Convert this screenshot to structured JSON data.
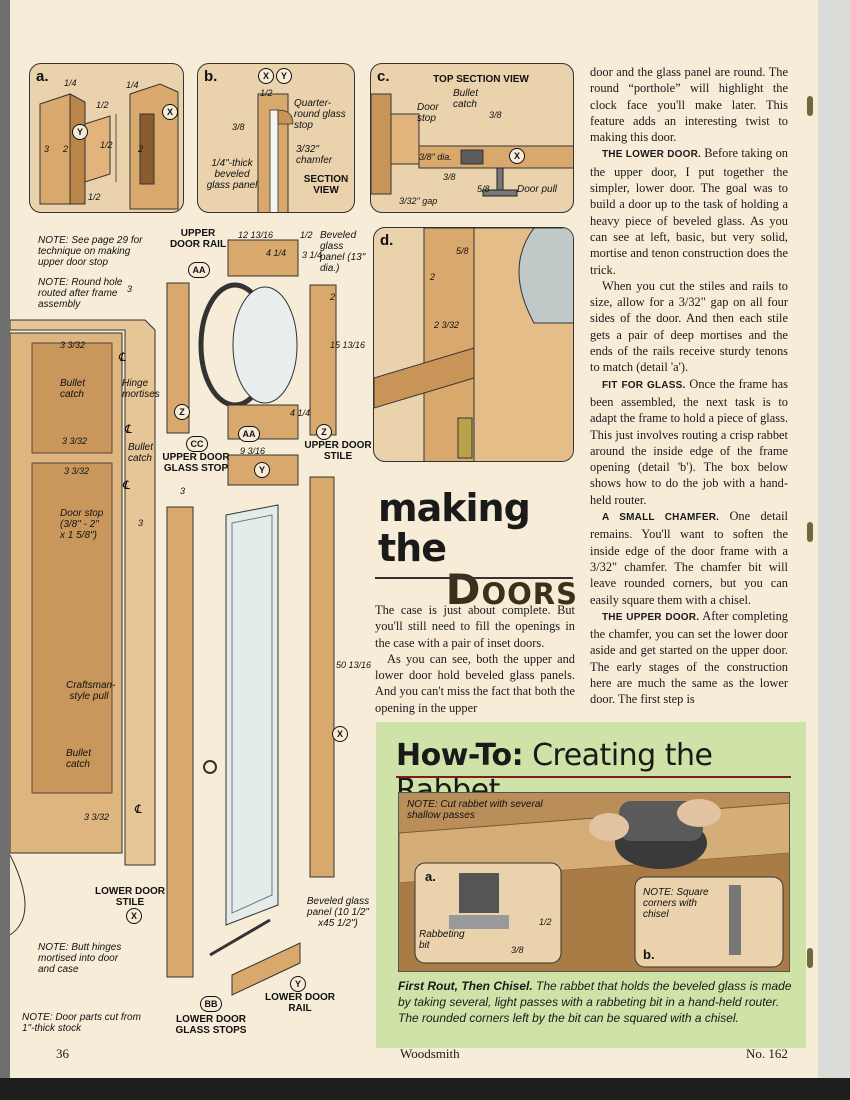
{
  "detail_a": {
    "label": "a.",
    "dims": [
      "1/4",
      "1/4",
      "1/2",
      "3",
      "2",
      "1/2",
      "2",
      "1/2"
    ],
    "marker": "X",
    "marker2": "Y"
  },
  "detail_b": {
    "label": "b.",
    "markers": [
      "X",
      "Y"
    ],
    "dims": [
      "1/2",
      "3/8"
    ],
    "callouts": [
      "Quarter-round glass stop",
      "3/32\" chamfer",
      "1/4\"-thick beveled glass panel"
    ],
    "section_label": "SECTION VIEW"
  },
  "detail_c": {
    "label": "c.",
    "title": "TOP SECTION VIEW",
    "callouts": [
      "Bullet catch",
      "Door stop",
      "Door pull"
    ],
    "dims": [
      "3/8",
      "3/8\" dia.",
      "3/8",
      "5/8",
      "3/32\" gap"
    ],
    "marker": "X"
  },
  "detail_d": {
    "label": "d.",
    "dims": [
      "5/8",
      "2",
      "2 3/32"
    ]
  },
  "notes": {
    "upper_stop": "NOTE: See page 29 for technique on making upper door stop",
    "round_hole": "NOTE: Round hole routed after frame assembly",
    "butt_hinges": "NOTE: Butt hinges mortised into door and case",
    "door_parts": "NOTE: Door parts cut from 1\"-thick stock"
  },
  "case_labels": {
    "bullet_catch_top": "Bullet catch",
    "hinge_mortises": "Hinge mortises",
    "bullet_catch_mid": "Bullet catch",
    "door_stop": "Door stop (3/8\" - 2\" x 1 5/8\")",
    "pull": "Craftsman-style pull",
    "bullet_catch_low": "Bullet catch",
    "dim_a": "3 3/32",
    "dim_b": "3 3/32",
    "dim_c": "3 3/32",
    "dim_d": "3 3/32",
    "dim_e": "3",
    "dim_f": "3",
    "dim_g": "3",
    "cl": "℄"
  },
  "parts": {
    "upper_door_rail": "UPPER DOOR RAIL",
    "upper_door_rail_marker": "AA",
    "upper_glass_stop": "UPPER DOOR GLASS STOP",
    "upper_glass_stop_marker": "CC",
    "upper_door_stile": "UPPER DOOR STILE",
    "upper_door_stile_marker": "Z",
    "beveled_glass_round": "Beveled glass panel (13\" dia.)",
    "lower_door_stile": "LOWER DOOR STILE",
    "lower_door_stile_marker": "X",
    "lower_glass_stops": "LOWER DOOR GLASS STOPS",
    "lower_glass_stops_marker": "BB",
    "lower_door_rail": "LOWER DOOR RAIL",
    "lower_door_rail_marker": "Y",
    "beveled_glass_rect": "Beveled glass panel (10 1/2\" x45 1/2\")",
    "dim_width": "12 13/16",
    "dim_half": "1/2",
    "dim_414": "4 1/4",
    "dim_314": "3 1/4",
    "dim_2": "2",
    "dim_1513": "15 13/16",
    "dim_414b": "4 1/4",
    "dim_9316": "9 3/16",
    "dim_long": "50 13/16",
    "marker_z": "Z",
    "marker_y": "Y",
    "marker_x": "X",
    "marker_aa": "AA"
  },
  "article": {
    "headline_1": "making the",
    "headline_2": "Doors",
    "col1_p1": "The case is just about complete. But you'll still need to fill the openings in the case with a pair of inset doors.",
    "col1_p2": "As you can see, both the upper and lower door hold beveled glass panels. And you can't miss the fact that both the opening in the upper",
    "col2_p1": "door and the glass panel are round. The round “porthole” will highlight the clock face you'll make later. This feature adds an interesting twist to making this door.",
    "col2_h2": "THE LOWER DOOR.",
    "col2_p2": " Before taking on the upper door, I put together the simpler, lower door. The goal was to build a door up to the task of holding a heavy piece of beveled glass. As you can see at left, basic, but very solid, mortise and tenon construction does the trick.",
    "col2_p3": "When you cut the stiles and rails to size, allow for a 3/32\" gap on all four sides of the door. And then each stile gets a pair of deep mortises and the ends of the rails receive sturdy tenons to match (detail 'a').",
    "col2_h4": "FIT FOR GLASS.",
    "col2_p4": " Once the frame has been assembled, the next task is to adapt the frame to hold a piece of glass. This just involves routing a crisp rabbet around the inside edge of the frame opening (detail 'b'). The box below shows how to do the job with a hand-held router.",
    "col2_h5": "A SMALL CHAMFER.",
    "col2_p5": " One detail remains. You'll want to soften the inside edge of the door frame with a 3/32\" chamfer. The chamfer bit will leave rounded corners, but you can easily square them with a chisel.",
    "col2_h6": "THE UPPER DOOR.",
    "col2_p6": " After completing the chamfer, you can set the lower door aside and get started on the upper door. The early stages of the construction here are much the same as the lower door. The first step is"
  },
  "howto": {
    "title_bold": "How-To:",
    "title_rest": " Creating the Rabbet",
    "note_top": "NOTE: Cut rabbet with several shallow passes",
    "inset_a": "a.",
    "inset_a_label": "Rabbeting bit",
    "inset_a_dim1": "1/2",
    "inset_a_dim2": "3/8",
    "inset_b": "b.",
    "inset_b_note": "NOTE: Square corners with chisel",
    "caption_lead": "First Rout, Then Chisel.",
    "caption_text": " The rabbet that holds the beveled glass is made by taking several, light passes with a rabbeting bit in a hand-held router. The rounded corners left by the bit can be squared with a chisel."
  },
  "footer": {
    "page_number": "36",
    "magazine": "Woodsmith",
    "issue": "No. 162"
  }
}
